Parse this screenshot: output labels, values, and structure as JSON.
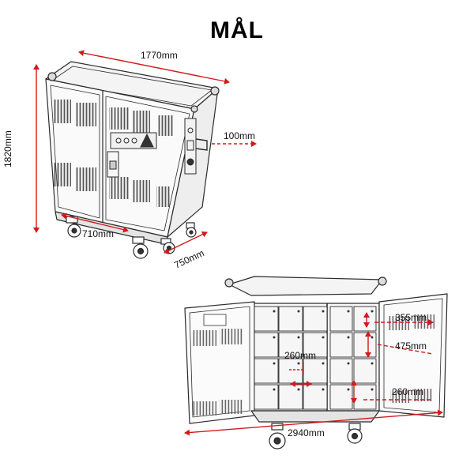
{
  "title": "MÅL",
  "colors": {
    "line": "#2b2b2b",
    "dimension": "#d21a1a",
    "text": "#111111",
    "background": "#ffffff"
  },
  "closed_cabinet": {
    "width": "1770mm",
    "height": "1820mm",
    "depth": "750mm",
    "inner_width": "710mm",
    "handle": "100mm"
  },
  "open_cabinet": {
    "shelf_depth": "355mm",
    "shelf_height": "475mm",
    "compartment_width": "260mm",
    "compartment_height": "260mm",
    "total_width": "2940mm"
  },
  "icons": [
    "padlock-icon",
    "warning-triangle-icon",
    "vent-slot-icon",
    "castor-wheel-icon"
  ]
}
